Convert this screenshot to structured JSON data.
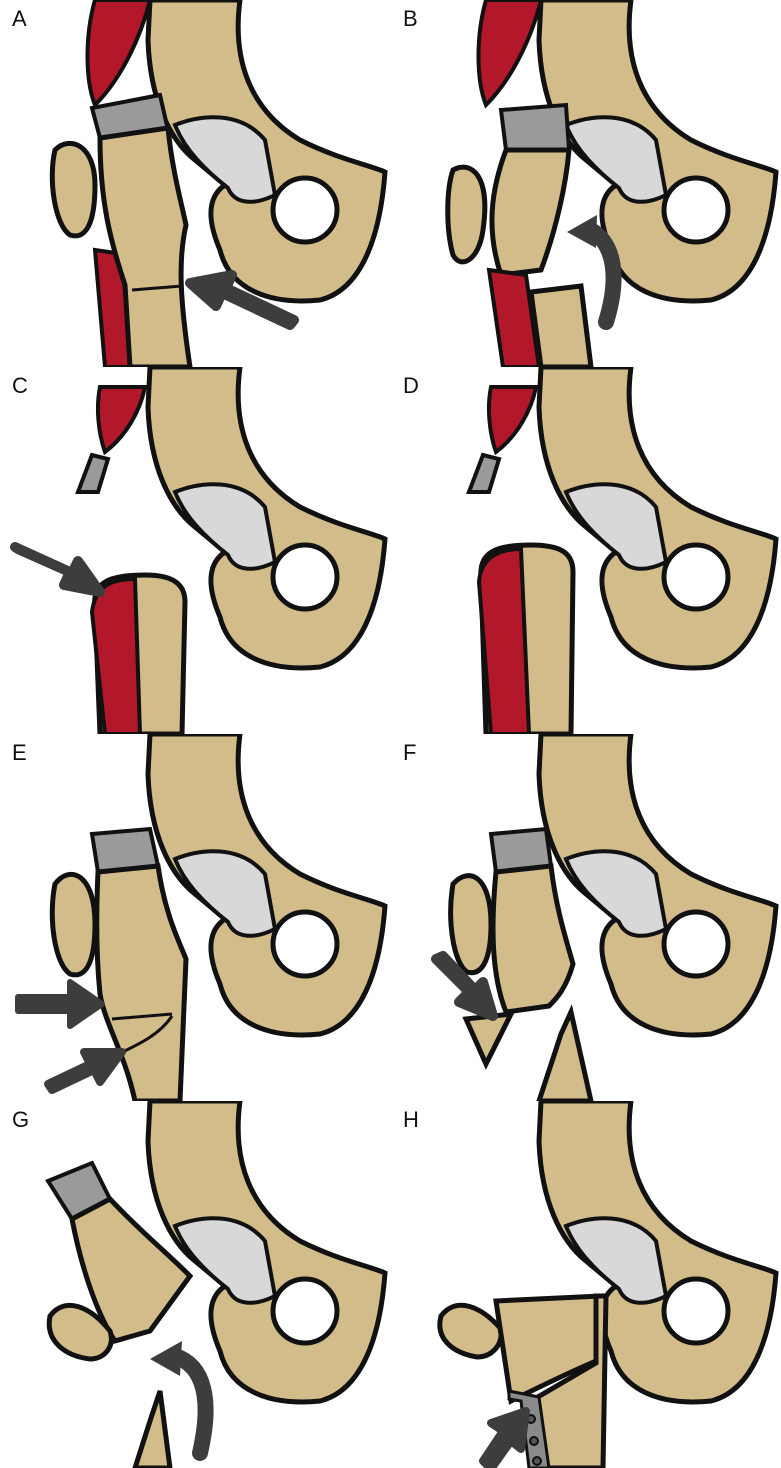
{
  "figure": {
    "panels": [
      {
        "id": "A",
        "label": "A",
        "arrows": [
          "straight"
        ],
        "stage": "intact"
      },
      {
        "id": "B",
        "label": "B",
        "arrows": [
          "curved"
        ],
        "stage": "displaced"
      },
      {
        "id": "C",
        "label": "C",
        "arrows": [
          "straight"
        ],
        "stage": "amputated"
      },
      {
        "id": "D",
        "label": "D",
        "arrows": [],
        "stage": "covered"
      },
      {
        "id": "E",
        "label": "E",
        "arrows": [
          "straight",
          "straight"
        ],
        "stage": "cracked"
      },
      {
        "id": "F",
        "label": "F",
        "arrows": [
          "straight"
        ],
        "stage": "fragmented"
      },
      {
        "id": "G",
        "label": "G",
        "arrows": [
          "curved"
        ],
        "stage": "rotated"
      },
      {
        "id": "H",
        "label": "H",
        "arrows": [
          "straight"
        ],
        "stage": "plated"
      }
    ],
    "colors": {
      "bone": "#d2bc8a",
      "bone_dark": "#a98f5f",
      "cartilage": "#bdbdbd",
      "muscle": "#b3182a",
      "arrow": "#3d3d3d",
      "outline": "#111111"
    }
  }
}
